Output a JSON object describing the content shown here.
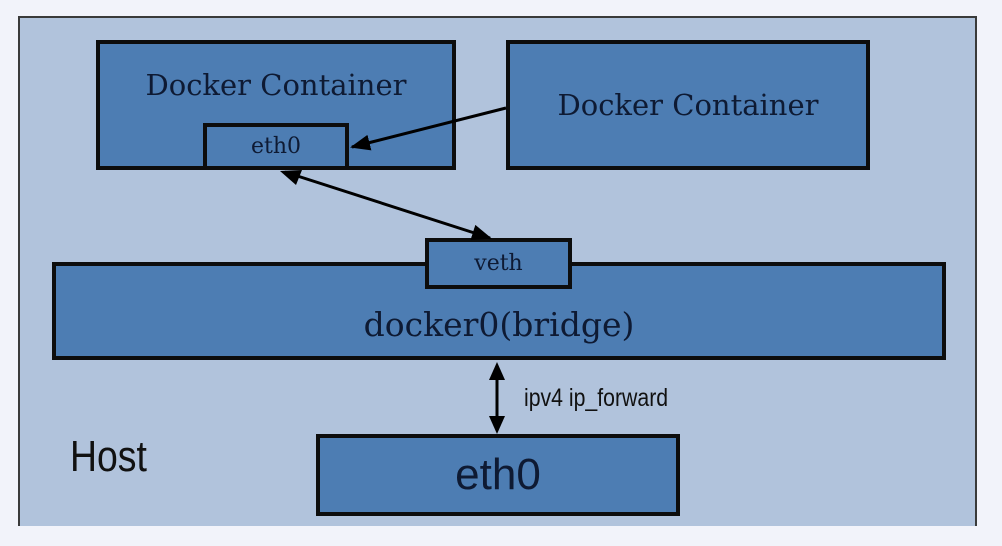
{
  "diagram": {
    "host_label": "Host",
    "container_1": {
      "title": "Docker Container",
      "interface": "eth0"
    },
    "container_2": {
      "title": "Docker Container"
    },
    "bridge": {
      "title": "docker0(bridge)",
      "interface": "veth"
    },
    "host_interface": "eth0",
    "forward_label": "ipv4 ip_forward",
    "colors": {
      "background": "#f2f3fa",
      "host_fill": "#b1c3dc",
      "box_fill": "#4d7db3",
      "border": "#0d0d0d"
    }
  }
}
